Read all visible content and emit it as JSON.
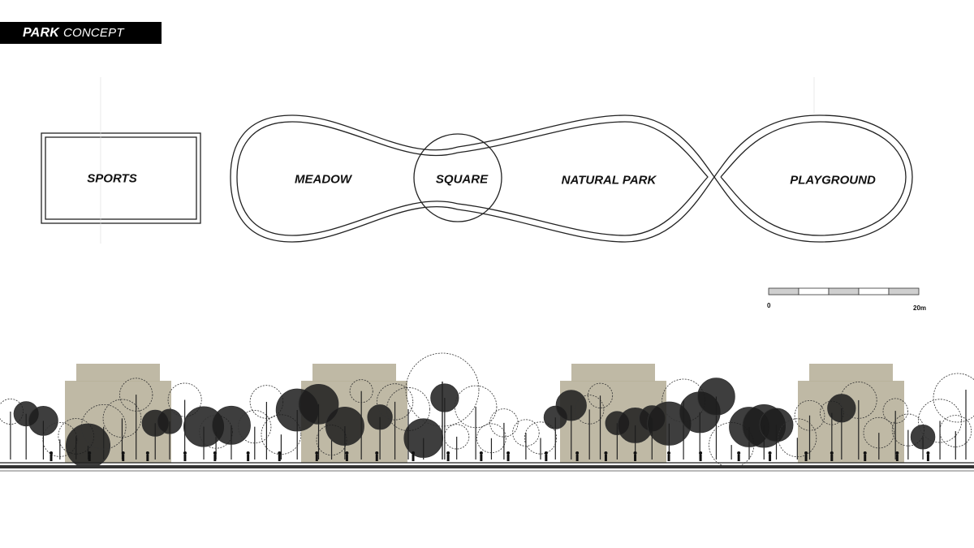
{
  "title": {
    "bold": "PARK",
    "light": "CONCEPT"
  },
  "zones": {
    "sports": "SPORTS",
    "meadow": "MEADOW",
    "square": "SQUARE",
    "natural_park": "NATURAL PARK",
    "playground": "PLAYGROUND"
  },
  "scale_bar": {
    "start_label": "0",
    "end_label": "20m",
    "segments": 5
  },
  "colors": {
    "building": "#b8b19b",
    "line": "#222222",
    "scale_fill": "#cfcfcf"
  },
  "section": {
    "buildings": 4,
    "tree_count": 60
  }
}
